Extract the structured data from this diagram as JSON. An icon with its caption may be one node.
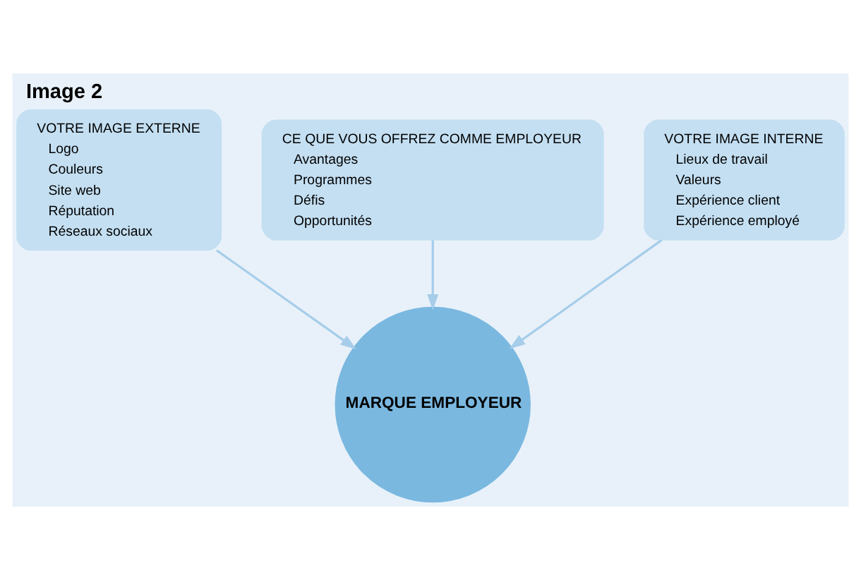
{
  "diagram": {
    "title": "Image 2",
    "nodes": [
      {
        "text": [
          "CE QUE VOUS OFFREZ COMME EMPLOYEUR",
          "Avantages",
          "Programmes",
          "Défis",
          "Opportunités"
        ]
      },
      {
        "text": [
          "VOTRE IMAGE EXTERNE",
          "Logo",
          "Couleurs",
          "Site web",
          "Réputation",
          "Réseaux sociaux"
        ]
      },
      {
        "text": [
          "VOTRE IMAGE INTERNE",
          "Lieux de travail",
          "Valeurs",
          "Expérience client",
          "Expérience employé"
        ]
      },
      {
        "text": [
          "MARQUE EMPLOYEUR"
        ]
      }
    ],
    "edges": [
      {
        "from": 0,
        "to": 3,
        "arrow": "to"
      },
      {
        "from": 1,
        "to": 3,
        "arrow": "to"
      },
      {
        "from": 2,
        "to": 3,
        "arrow": "to"
      }
    ]
  }
}
